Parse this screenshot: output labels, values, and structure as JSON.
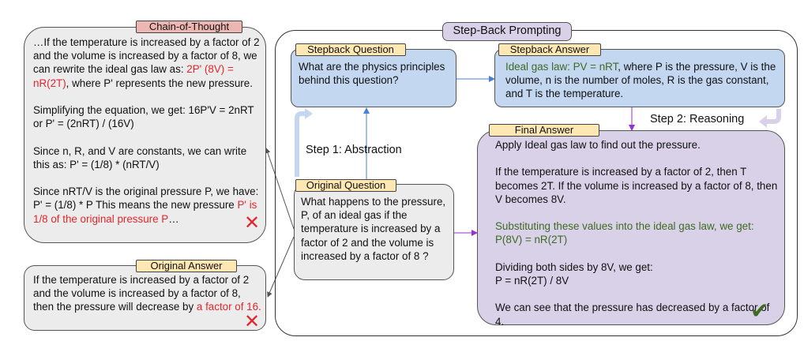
{
  "step_back": {
    "title": "Step-Back Prompting",
    "step1_label": "Step 1: Abstraction",
    "step2_label": "Step 2: Reasoning",
    "stepback_question": {
      "tag": "Stepback Question",
      "text": "What are the physics principles behind this question?"
    },
    "stepback_answer": {
      "tag": "Stepback Answer",
      "highlight": "Ideal gas law: PV = nRT",
      "text": ", where P is the pressure, V is the volume, n is the number of moles, R is the gas constant, and T is the temperature."
    },
    "original_question": {
      "tag": "Original Question",
      "text": "What happens to the pressure, P, of an ideal gas if the temperature is increased by a factor of 2 and the volume is increased by a factor of 8 ?"
    },
    "final_answer": {
      "tag": "Final Answer",
      "p1": "Apply Ideal gas law to find out the pressure.",
      "p2": "If the temperature is increased by a factor of 2, then T becomes 2T. If the volume is increased by a factor of 8, then V becomes 8V.",
      "p3_green": "Substituting these values into the ideal gas law, we get: P(8V) = nR(2T)",
      "p4a": "Dividing both sides by 8V, we get:",
      "p4b": "P = nR(2T) / 8V",
      "p5": "We can see that the pressure has decreased by a factor of 4.",
      "mark": "✔"
    }
  },
  "chain_of_thought": {
    "tag": "Chain-of-Thought",
    "p1_a": "…If the temperature is increased by a factor of 2 and the volume is increased by a factor of 8, we can rewrite the ideal gas law as: ",
    "p1_red": "2P' (8V) = nR(2T)",
    "p1_b": ", where P' represents the new pressure.",
    "p2": "Simplifying the equation, we get: 16P'V = 2nRT or P' = (2nRT) / (16V)",
    "p3": "Since n, R, and V are constants, we can write this as: P' = (1/8) * (nRT/V)",
    "p4_a": "Since nRT/V is the original pressure P, we have: P' = (1/8) * P This means the new pressure ",
    "p4_red": "P' is 1/8 of the original pressure P",
    "p4_b": "…",
    "mark": "✕"
  },
  "original_answer": {
    "tag": "Original Answer",
    "text_a": "If the temperature is increased by a factor of 2 and the volume is increased by a factor of 8, then the pressure will decrease by ",
    "text_red": "a factor of 16.",
    "mark": "✕"
  }
}
